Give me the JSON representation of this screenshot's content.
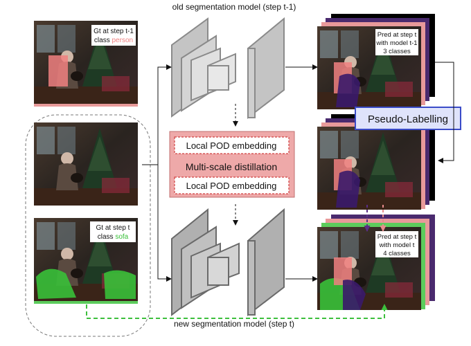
{
  "models": {
    "old_title": "old segmentation model (step t-1)",
    "new_title": "new segmentation model (step t)"
  },
  "inputs": {
    "prev_gt": {
      "line1": "Gt at step t-1",
      "line2_prefix": "class ",
      "line2_class": "person"
    },
    "curr_gt": {
      "line1": "Gt at step t",
      "line2_prefix": "class ",
      "line2_class": "sofa"
    }
  },
  "outputs": {
    "old_pred": {
      "line1": "Pred at step t",
      "line2": "with model t-1",
      "line3": "3 classes"
    },
    "new_pred": {
      "line1": "Pred at step t",
      "line2": "with model t",
      "line3": "4 classes"
    }
  },
  "distillation": {
    "title": "Multi-scale distillation",
    "embedding_top": "Local POD embedding",
    "embedding_bottom": "Local POD embedding"
  },
  "pseudo_label": "Pseudo-Labelling",
  "colors": {
    "person_class": "#f08080",
    "sofa_class": "#38c038",
    "pink_border": "#e89a9a",
    "green_border": "#5ccc5c",
    "purple": "#4a2a6e",
    "distill_box": "#eea9a9",
    "pseudo_box_fill": "#dfe3fb",
    "pseudo_box_stroke": "#3a4bc8"
  }
}
